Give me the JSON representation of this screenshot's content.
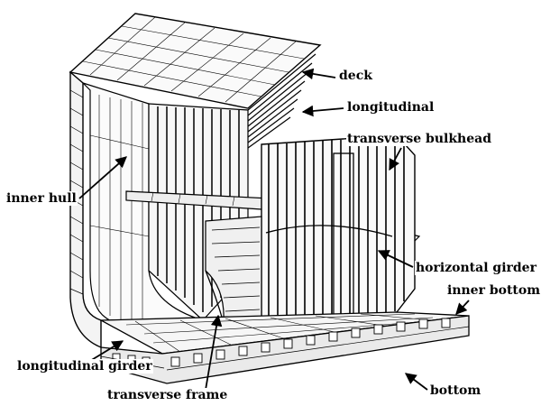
{
  "figure": {
    "labels": {
      "deck": "deck",
      "longitudinal": "longitudinal",
      "transverse_bulkhead": "transverse bulkhead",
      "inner_hull": "inner hull",
      "horizontal_girder": "horizontal girder",
      "inner_bottom": "inner bottom",
      "longitudinal_girder": "longitudinal girder",
      "bottom": "bottom",
      "transverse_frame": "transverse frame"
    }
  }
}
